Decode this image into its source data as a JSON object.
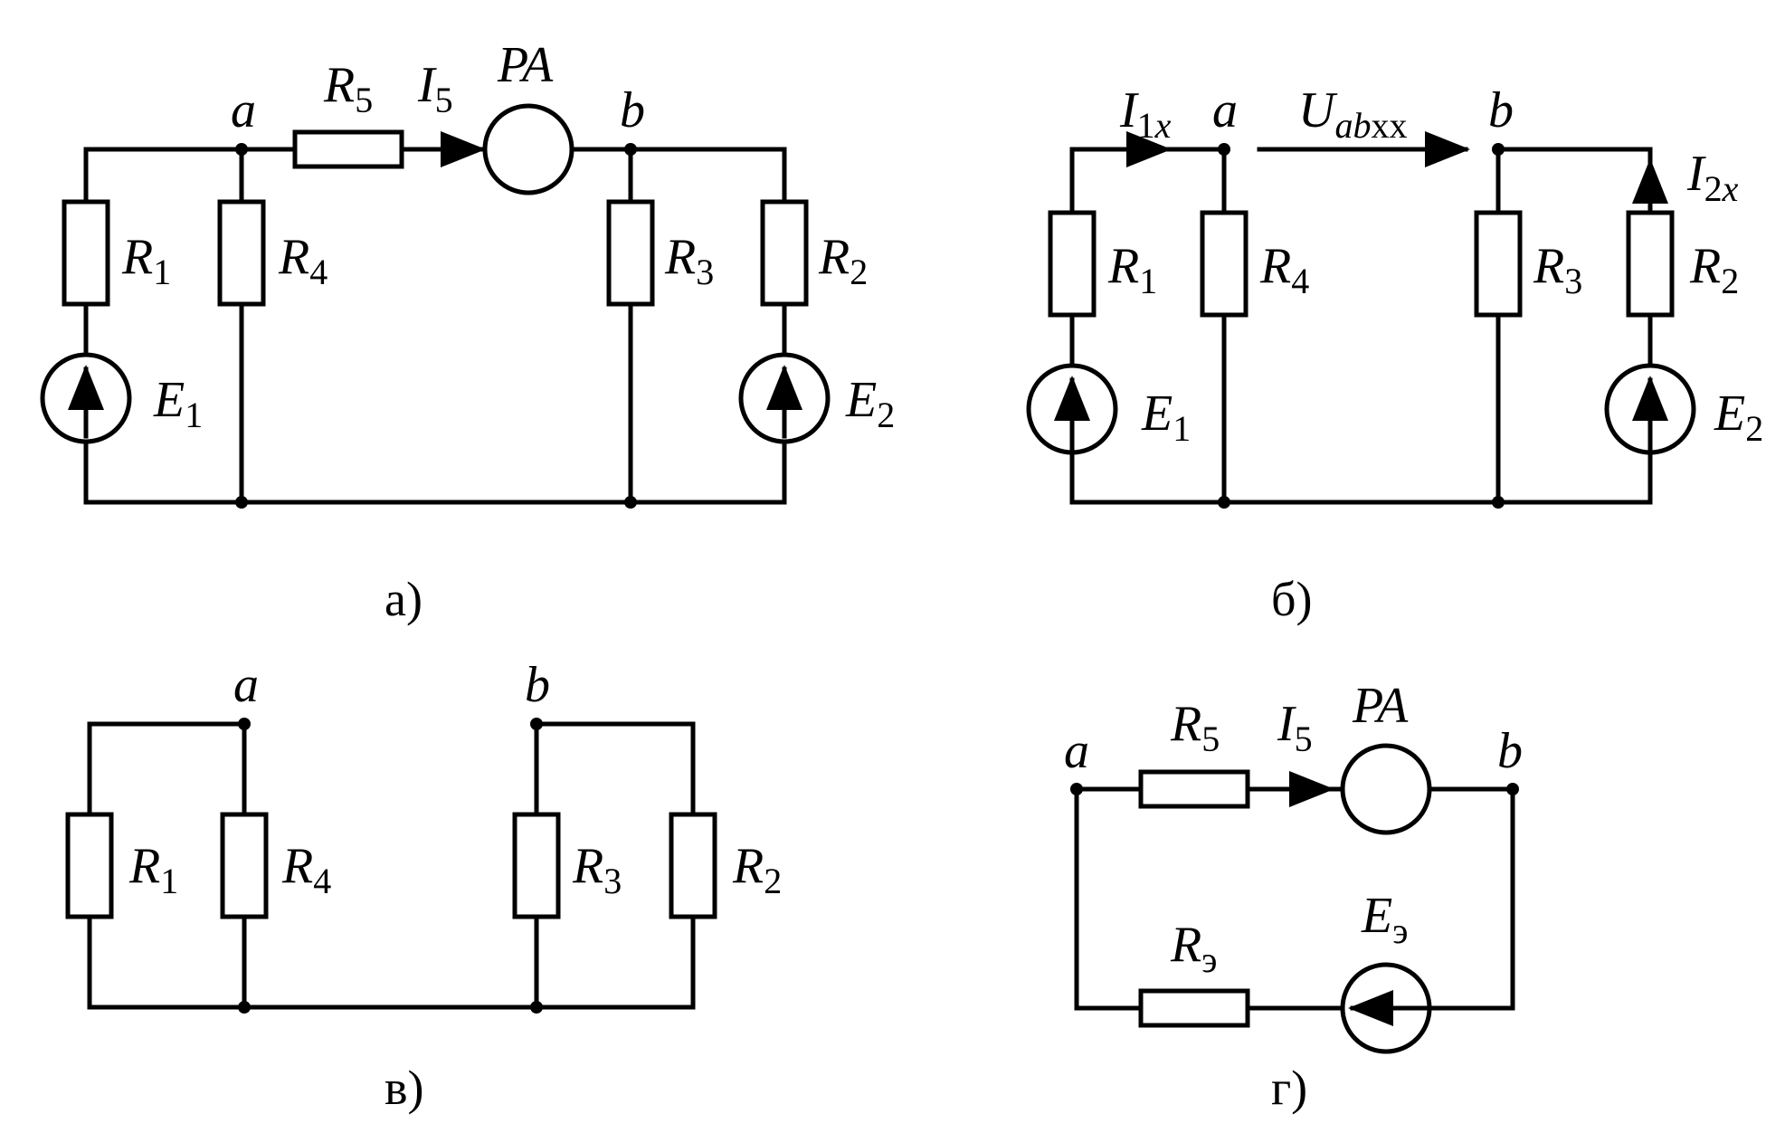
{
  "labels": {
    "R": "R",
    "E": "E",
    "I": "I",
    "U": "U",
    "PA": "PA",
    "a": "a",
    "b": "b",
    "s1": "1",
    "s2": "2",
    "s3": "3",
    "s4": "4",
    "s5": "5",
    "s1x": "1",
    "s2x": "2",
    "x": "x",
    "ab": "ab",
    "xx": "хх",
    "e": "э"
  },
  "captions": {
    "a": "а)",
    "b": "б)",
    "c": "в)",
    "d": "г)"
  }
}
